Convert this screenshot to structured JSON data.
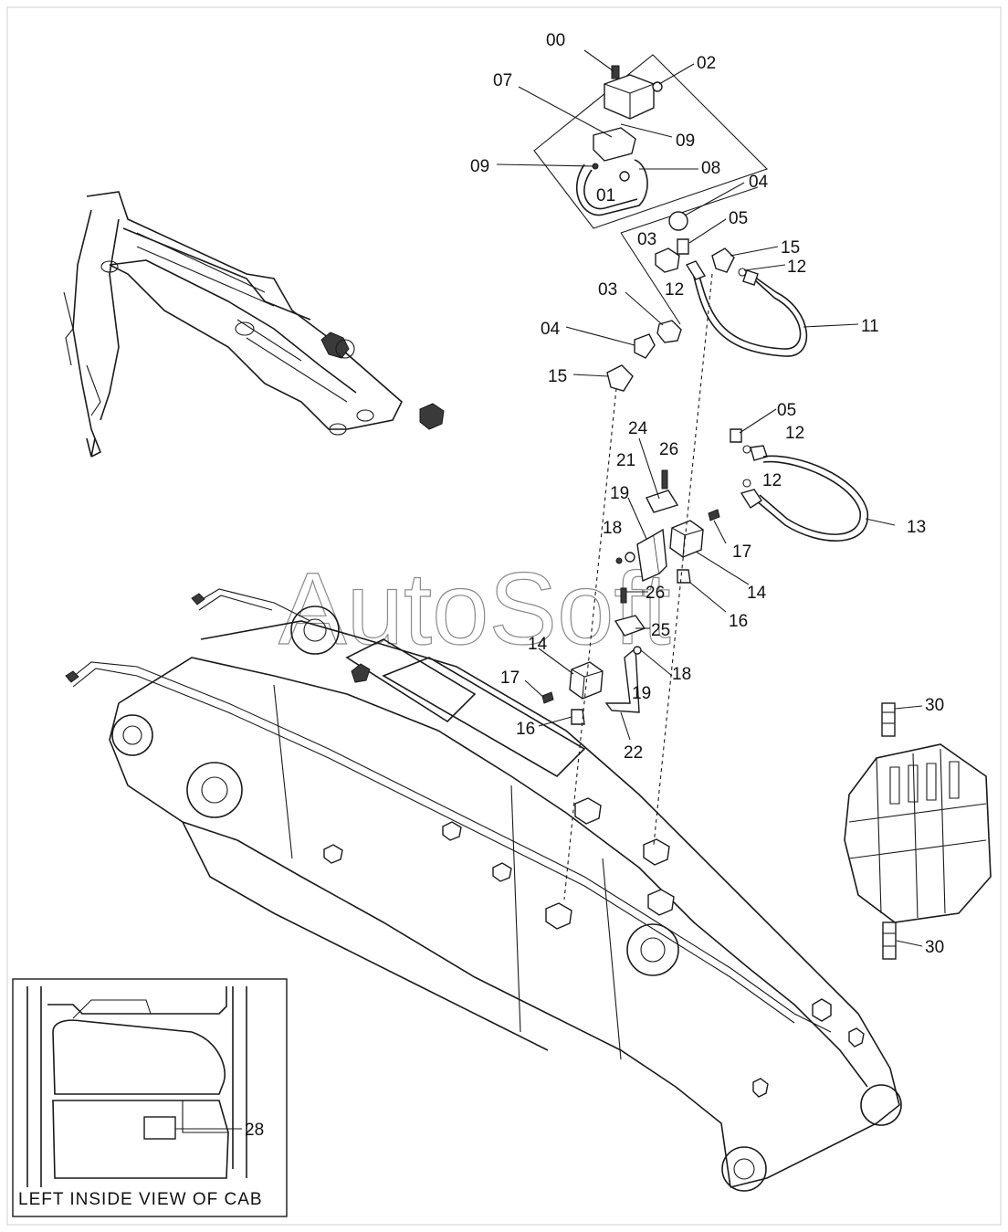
{
  "watermark": "AutoSoft",
  "inset_caption": "LEFT INSIDE VIEW OF CAB",
  "callouts": {
    "c00": "00",
    "c02": "02",
    "c07": "07",
    "c09a": "09",
    "c09b": "09",
    "c08": "08",
    "c01": "01",
    "c04a": "04",
    "c05a": "05",
    "c03a": "03",
    "c15a": "15",
    "c12a": "12",
    "c12b": "12",
    "c11": "11",
    "c03b": "03",
    "c04b": "04",
    "c15b": "15",
    "c05b": "05",
    "c12c": "12",
    "c24": "24",
    "c26a": "26",
    "c21": "21",
    "c12d": "12",
    "c19a": "19",
    "c13": "13",
    "c18a": "18",
    "c17a": "17",
    "c14a": "14",
    "c26b": "26",
    "c16a": "16",
    "c25": "25",
    "c14b": "14",
    "c17b": "17",
    "c18b": "18",
    "c19b": "19",
    "c16b": "16",
    "c22": "22",
    "c30a": "30",
    "c30b": "30",
    "c28": "28"
  }
}
